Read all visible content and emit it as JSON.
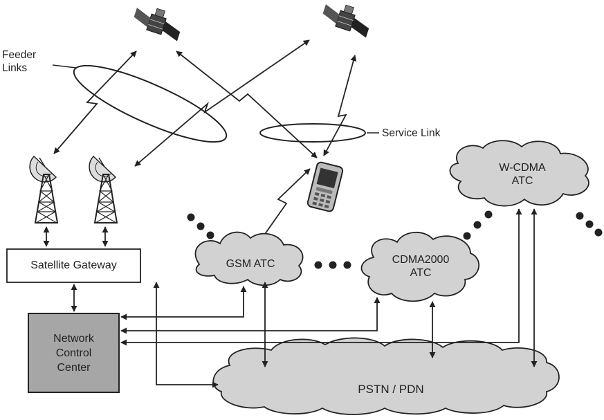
{
  "labels": {
    "feeder_links": [
      "Feeder",
      "Links"
    ],
    "service_link": "Service Link",
    "satellite_gateway": "Satellite Gateway",
    "network_control_center": [
      "Network",
      "Control",
      "Center"
    ],
    "gsm_atc": "GSM ATC",
    "cdma2000_atc": [
      "CDMA2000",
      "ATC"
    ],
    "wcdma_atc": [
      "W-CDMA",
      "ATC"
    ],
    "pstn_pdn": "PSTN / PDN"
  },
  "colors": {
    "cloud_fill": "#d2d2d2",
    "ncc_fill": "#a6a6a6",
    "line": "#222222",
    "gateway_fill": "#ffffff"
  }
}
